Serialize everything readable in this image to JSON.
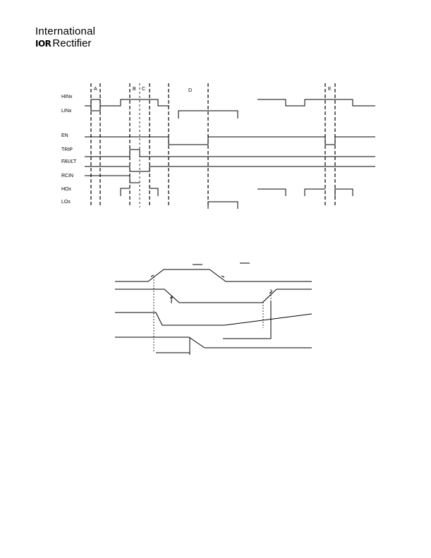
{
  "logo": {
    "line1": "International",
    "mark": "IOR",
    "line2": "Rectifier"
  },
  "timing_diagram": {
    "signals": [
      "HINx",
      "LINx",
      "EN",
      "TRIP",
      "FAULT",
      "RCIN",
      "HOx",
      "LOx"
    ],
    "period_labels": [
      "A",
      "B",
      "C",
      "D",
      "E"
    ]
  },
  "colors": {
    "ink": "#000000",
    "background": "#ffffff"
  }
}
